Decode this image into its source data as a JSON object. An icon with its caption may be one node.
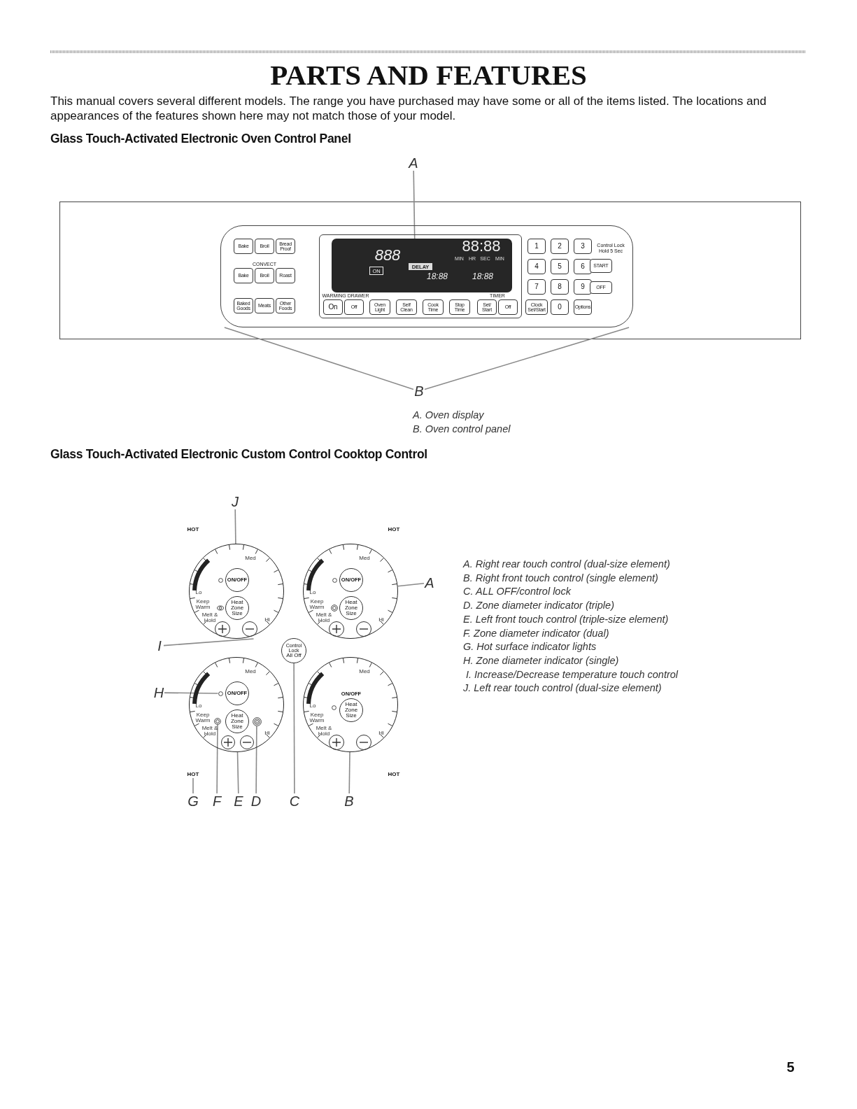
{
  "diagram": {
    "title": "PARTS AND FEATURES",
    "nodes": [
      {
        "text": [
          "A"
        ]
      },
      {
        "text": [],
        "shape": "box"
      },
      {
        "text": [],
        "shape": "box",
        "in": 1
      },
      {
        "text": [
          "B"
        ]
      },
      {
        "text": [
          "J"
        ]
      },
      {
        "text": [
          "HOT"
        ]
      },
      {
        "text": [
          "HOT"
        ]
      },
      {
        "text": [
          "Med",
          "Lo",
          "Keep Warm",
          "Melt & Hold",
          "Hi"
        ]
      },
      {
        "text": [
          "ON/OFF"
        ],
        "in": 7
      },
      {
        "text": [
          "Heat Zone Size"
        ],
        "in": 7
      },
      {
        "text": [
          "Med",
          "Lo",
          "Keep Warm",
          "Melt & Hold",
          "Hi"
        ]
      },
      {
        "text": [
          "ON/OFF"
        ],
        "in": 10
      },
      {
        "text": [
          "Heat Zone Size"
        ],
        "in": 10
      },
      {
        "text": [
          "A"
        ]
      },
      {
        "text": [
          "I"
        ]
      },
      {
        "text": [
          "Control Lock",
          "All Off"
        ]
      },
      {
        "text": [
          "Med",
          "Lo",
          "Keep Warm",
          "Melt & Hold",
          "Hi"
        ]
      },
      {
        "text": [
          "ON/OFF"
        ],
        "in": 16
      },
      {
        "text": [
          "Heat Zone Size"
        ],
        "in": 16
      },
      {
        "text": [],
        "shape": "circle",
        "in": 16
      },
      {
        "text": [],
        "shape": "circle",
        "in": 16
      },
      {
        "text": [],
        "shape": "circle",
        "in": 16
      },
      {
        "text": [
          "H"
        ]
      },
      {
        "text": [
          "Med",
          "Lo",
          "Keep Warm",
          "Melt & Hold",
          "Hi"
        ]
      },
      {
        "text": [
          "ON/OFF"
        ],
        "in": 23
      },
      {
        "text": [
          "Heat Zone Size"
        ],
        "in": 23
      },
      {
        "text": [
          "HOT"
        ]
      },
      {
        "text": [
          "HOT"
        ]
      },
      {
        "text": [
          "G"
        ]
      },
      {
        "text": [
          "F"
        ]
      },
      {
        "text": [
          "E"
        ]
      },
      {
        "text": [
          "D"
        ]
      },
      {
        "text": [
          "C"
        ]
      },
      {
        "text": [
          "B"
        ]
      }
    ],
    "edges": [
      {
        "from": 0,
        "to": 2,
        "arrow": "none"
      },
      {
        "from": 3,
        "to": 1,
        "arrow": "none"
      },
      {
        "from": 3,
        "to": 1,
        "arrow": "none"
      },
      {
        "from": 4,
        "to": 7,
        "arrow": "none"
      },
      {
        "from": 13,
        "to": 10,
        "arrow": "none"
      },
      {
        "from": 14,
        "to": 7,
        "arrow": "none"
      },
      {
        "from": 22,
        "to": 19,
        "arrow": "none"
      },
      {
        "from": 28,
        "to": 26,
        "arrow": "none"
      },
      {
        "from": 29,
        "to": 20,
        "arrow": "none"
      },
      {
        "from": 30,
        "to": 16,
        "arrow": "none"
      },
      {
        "from": 31,
        "to": 21,
        "arrow": "none"
      },
      {
        "from": 32,
        "to": 15,
        "arrow": "none"
      },
      {
        "from": 33,
        "to": 23,
        "arrow": "none"
      }
    ],
    "labels": [
      "This manual covers several different models. The range you have purchased may have some or all of the items listed. The locations and appearances of the features shown here may not match those of your model.",
      "Glass Touch-Activated Electronic Oven Control Panel",
      "Bake",
      "Broil",
      "Bread Proof",
      "CONVECT",
      "Bake",
      "Broil",
      "Roast",
      "Baked Goods",
      "Meats",
      "Other Foods",
      "888",
      "ON",
      "DELAY",
      "18:88",
      "18:88",
      "88:88",
      "MIN",
      "HR",
      "SEC",
      "MIN",
      "WARMING DRAWER",
      "On",
      "Off",
      "Oven Light",
      "Self Clean",
      "Cook Time",
      "Stop Time",
      "TIMER",
      "Set/ Start",
      "Off",
      "1",
      "2",
      "3",
      "4",
      "5",
      "6",
      "7",
      "8",
      "9",
      "Clock Set/Start",
      "0",
      "Options",
      "Control Lock Hold 5 Sec",
      "START",
      "OFF",
      "A. Oven display",
      "B. Oven control panel",
      "Glass Touch-Activated Electronic Custom Control Cooktop Control",
      "A. Right rear touch control (dual-size element)",
      "B. Right front touch control (single element)",
      "C. ALL OFF/control lock",
      "D. Zone diameter indicator (triple)",
      "E. Left front touch control (triple-size element)",
      "F. Zone diameter indicator (dual)",
      "G. Hot surface indicator lights",
      "H. Zone diameter indicator (single)",
      "I. Increase/Decrease temperature touch control",
      "J. Left rear touch control (dual-size element)",
      "5"
    ]
  }
}
